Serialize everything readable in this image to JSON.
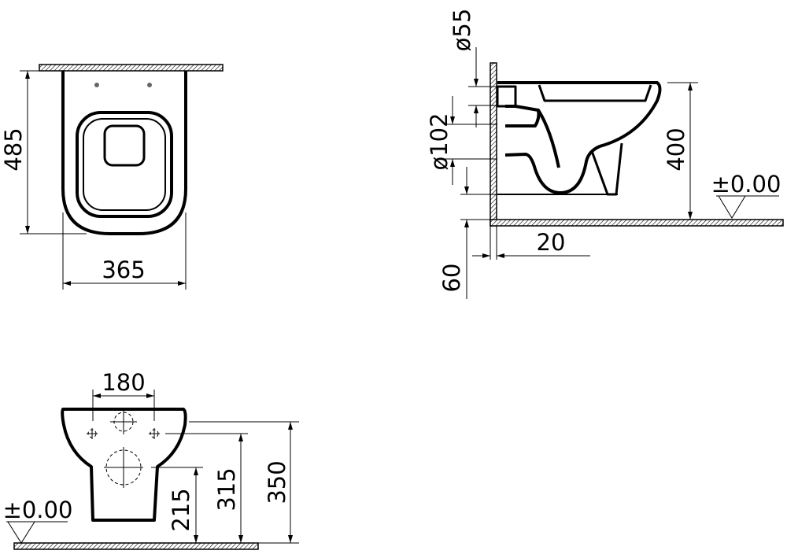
{
  "title": "Wall-hung WC technical drawing",
  "top_view": {
    "depth_label": "485",
    "width_label": "365"
  },
  "side_view": {
    "inlet_label": "ø55",
    "outlet_label": "ø102",
    "height_label": "400",
    "level_label": "±0.00",
    "wall_gap_label": "20",
    "floor_offset_label": "60"
  },
  "front_view": {
    "fixing_spacing_label": "180",
    "level_label": "±0.00",
    "outlet_height_label": "215",
    "fixing_height_label": "315",
    "inlet_height_label": "350"
  },
  "colors": {
    "line": "#000000",
    "background": "#ffffff"
  }
}
